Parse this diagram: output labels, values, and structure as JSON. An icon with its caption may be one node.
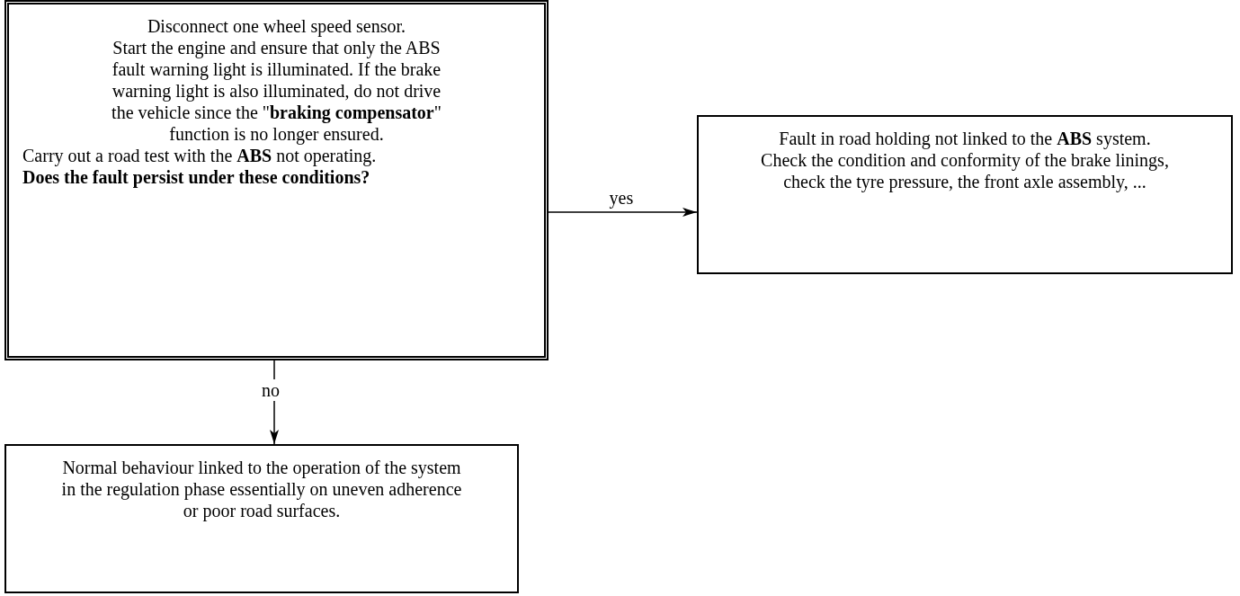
{
  "diagram": {
    "nodes": [
      {
        "text": [
          "Disconnect one wheel speed sensor.",
          "Start the engine and ensure that only the ABS fault warning light is illuminated. If the brake warning light is also illuminated, do not drive the vehicle since the \"**braking compensator**\" function is no longer ensured.",
          "Carry out a road test with the **ABS** not operating.",
          "Does the fault persist under these conditions?"
        ]
      },
      {
        "text": [
          "Fault in road holding not linked to the **ABS** system.",
          "Check the condition and conformity of the brake linings, check the tyre pressure, the front axle assembly, ..."
        ]
      },
      {
        "text": [
          "Normal behaviour linked to the operation of the system in the regulation phase essentially on uneven adherence or poor road surfaces."
        ]
      }
    ],
    "edges": [
      {
        "from": 0,
        "to": 1,
        "arrow": "to",
        "label": "yes"
      },
      {
        "from": 0,
        "to": 2,
        "arrow": "to",
        "label": "no"
      }
    ]
  }
}
